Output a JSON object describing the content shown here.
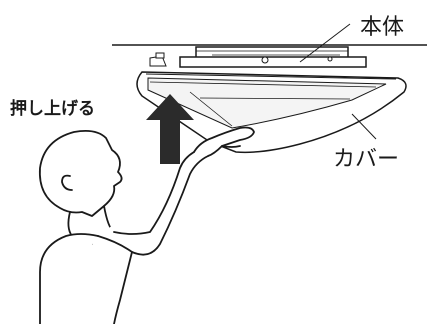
{
  "labels": {
    "body": "本体",
    "cover": "カバー",
    "action": "押し上げる"
  },
  "icons": {
    "arrow": "up-arrow-icon",
    "figure": "person-figure"
  },
  "colors": {
    "line": "#1a1a1a",
    "arrow": "#2b2b2b"
  }
}
